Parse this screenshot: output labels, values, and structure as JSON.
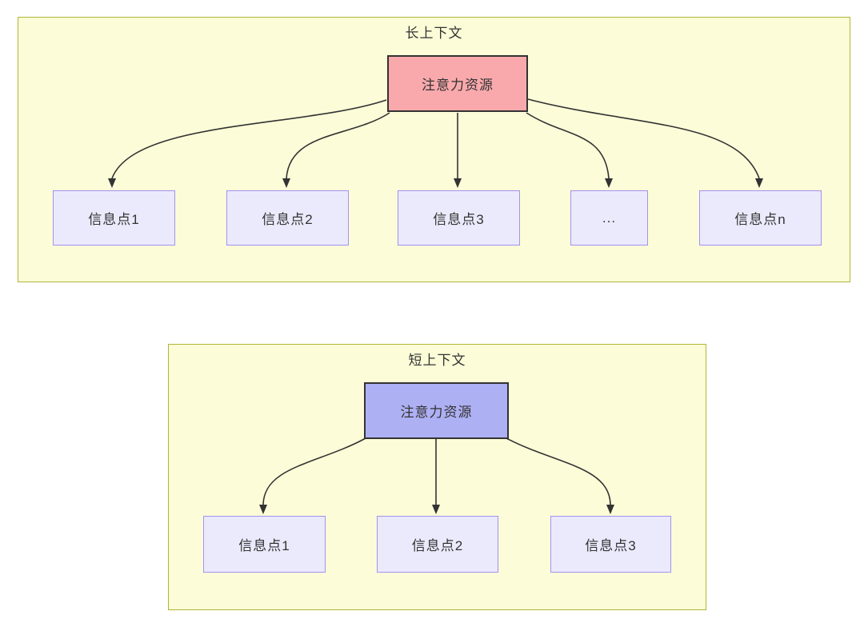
{
  "long_context": {
    "title": "长上下文",
    "source_label": "注意力资源",
    "targets": [
      "信息点1",
      "信息点2",
      "信息点3",
      "...",
      "信息点n"
    ]
  },
  "short_context": {
    "title": "短上下文",
    "source_label": "注意力资源",
    "targets": [
      "信息点1",
      "信息点2",
      "信息点3"
    ]
  },
  "colors": {
    "container_bg": "#fcfcd8",
    "container_border": "#b2b437",
    "long_source_bg": "#f9a9ac",
    "short_source_bg": "#aeb0f4",
    "source_border": "#333333",
    "target_bg": "#eaeafc",
    "target_border": "#a392f0",
    "line": "#333333",
    "text": "#333333"
  }
}
